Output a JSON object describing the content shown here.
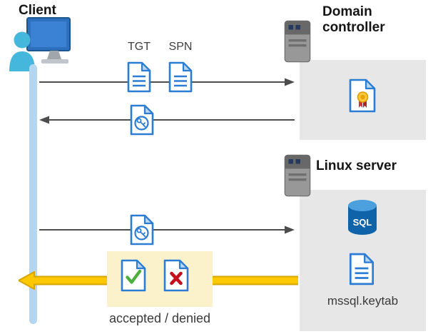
{
  "client": {
    "label": "Client"
  },
  "domain_controller": {
    "title": "Domain controller"
  },
  "linux_server": {
    "title": "Linux server",
    "sql_label": "SQL",
    "keytab_label": "mssql.keytab"
  },
  "flow": {
    "tgt_label": "TGT",
    "spn_label": "SPN",
    "result_label": "accepted / denied"
  },
  "icons": {
    "client": "person-at-computer-icon",
    "server": "server-tower-icon",
    "ticket_document": "document-icon",
    "service_ticket": "key-document-icon",
    "certificate": "certificate-document-icon",
    "database": "sql-database-icon",
    "accepted": "checkmark-document-icon",
    "denied": "x-mark-document-icon"
  },
  "colors": {
    "timeline_blue": "#b5d6f0",
    "document_blue": "#2b7cd3",
    "arrow_gray": "#4d4d4d",
    "highlight_yellow": "#fbf2cc",
    "arrow_gold": "#fdc800",
    "accepted_green": "#4caf3e",
    "denied_red": "#c50f1f",
    "sql_blue": "#0f63a8",
    "panel_gray": "#e7e7e7"
  }
}
